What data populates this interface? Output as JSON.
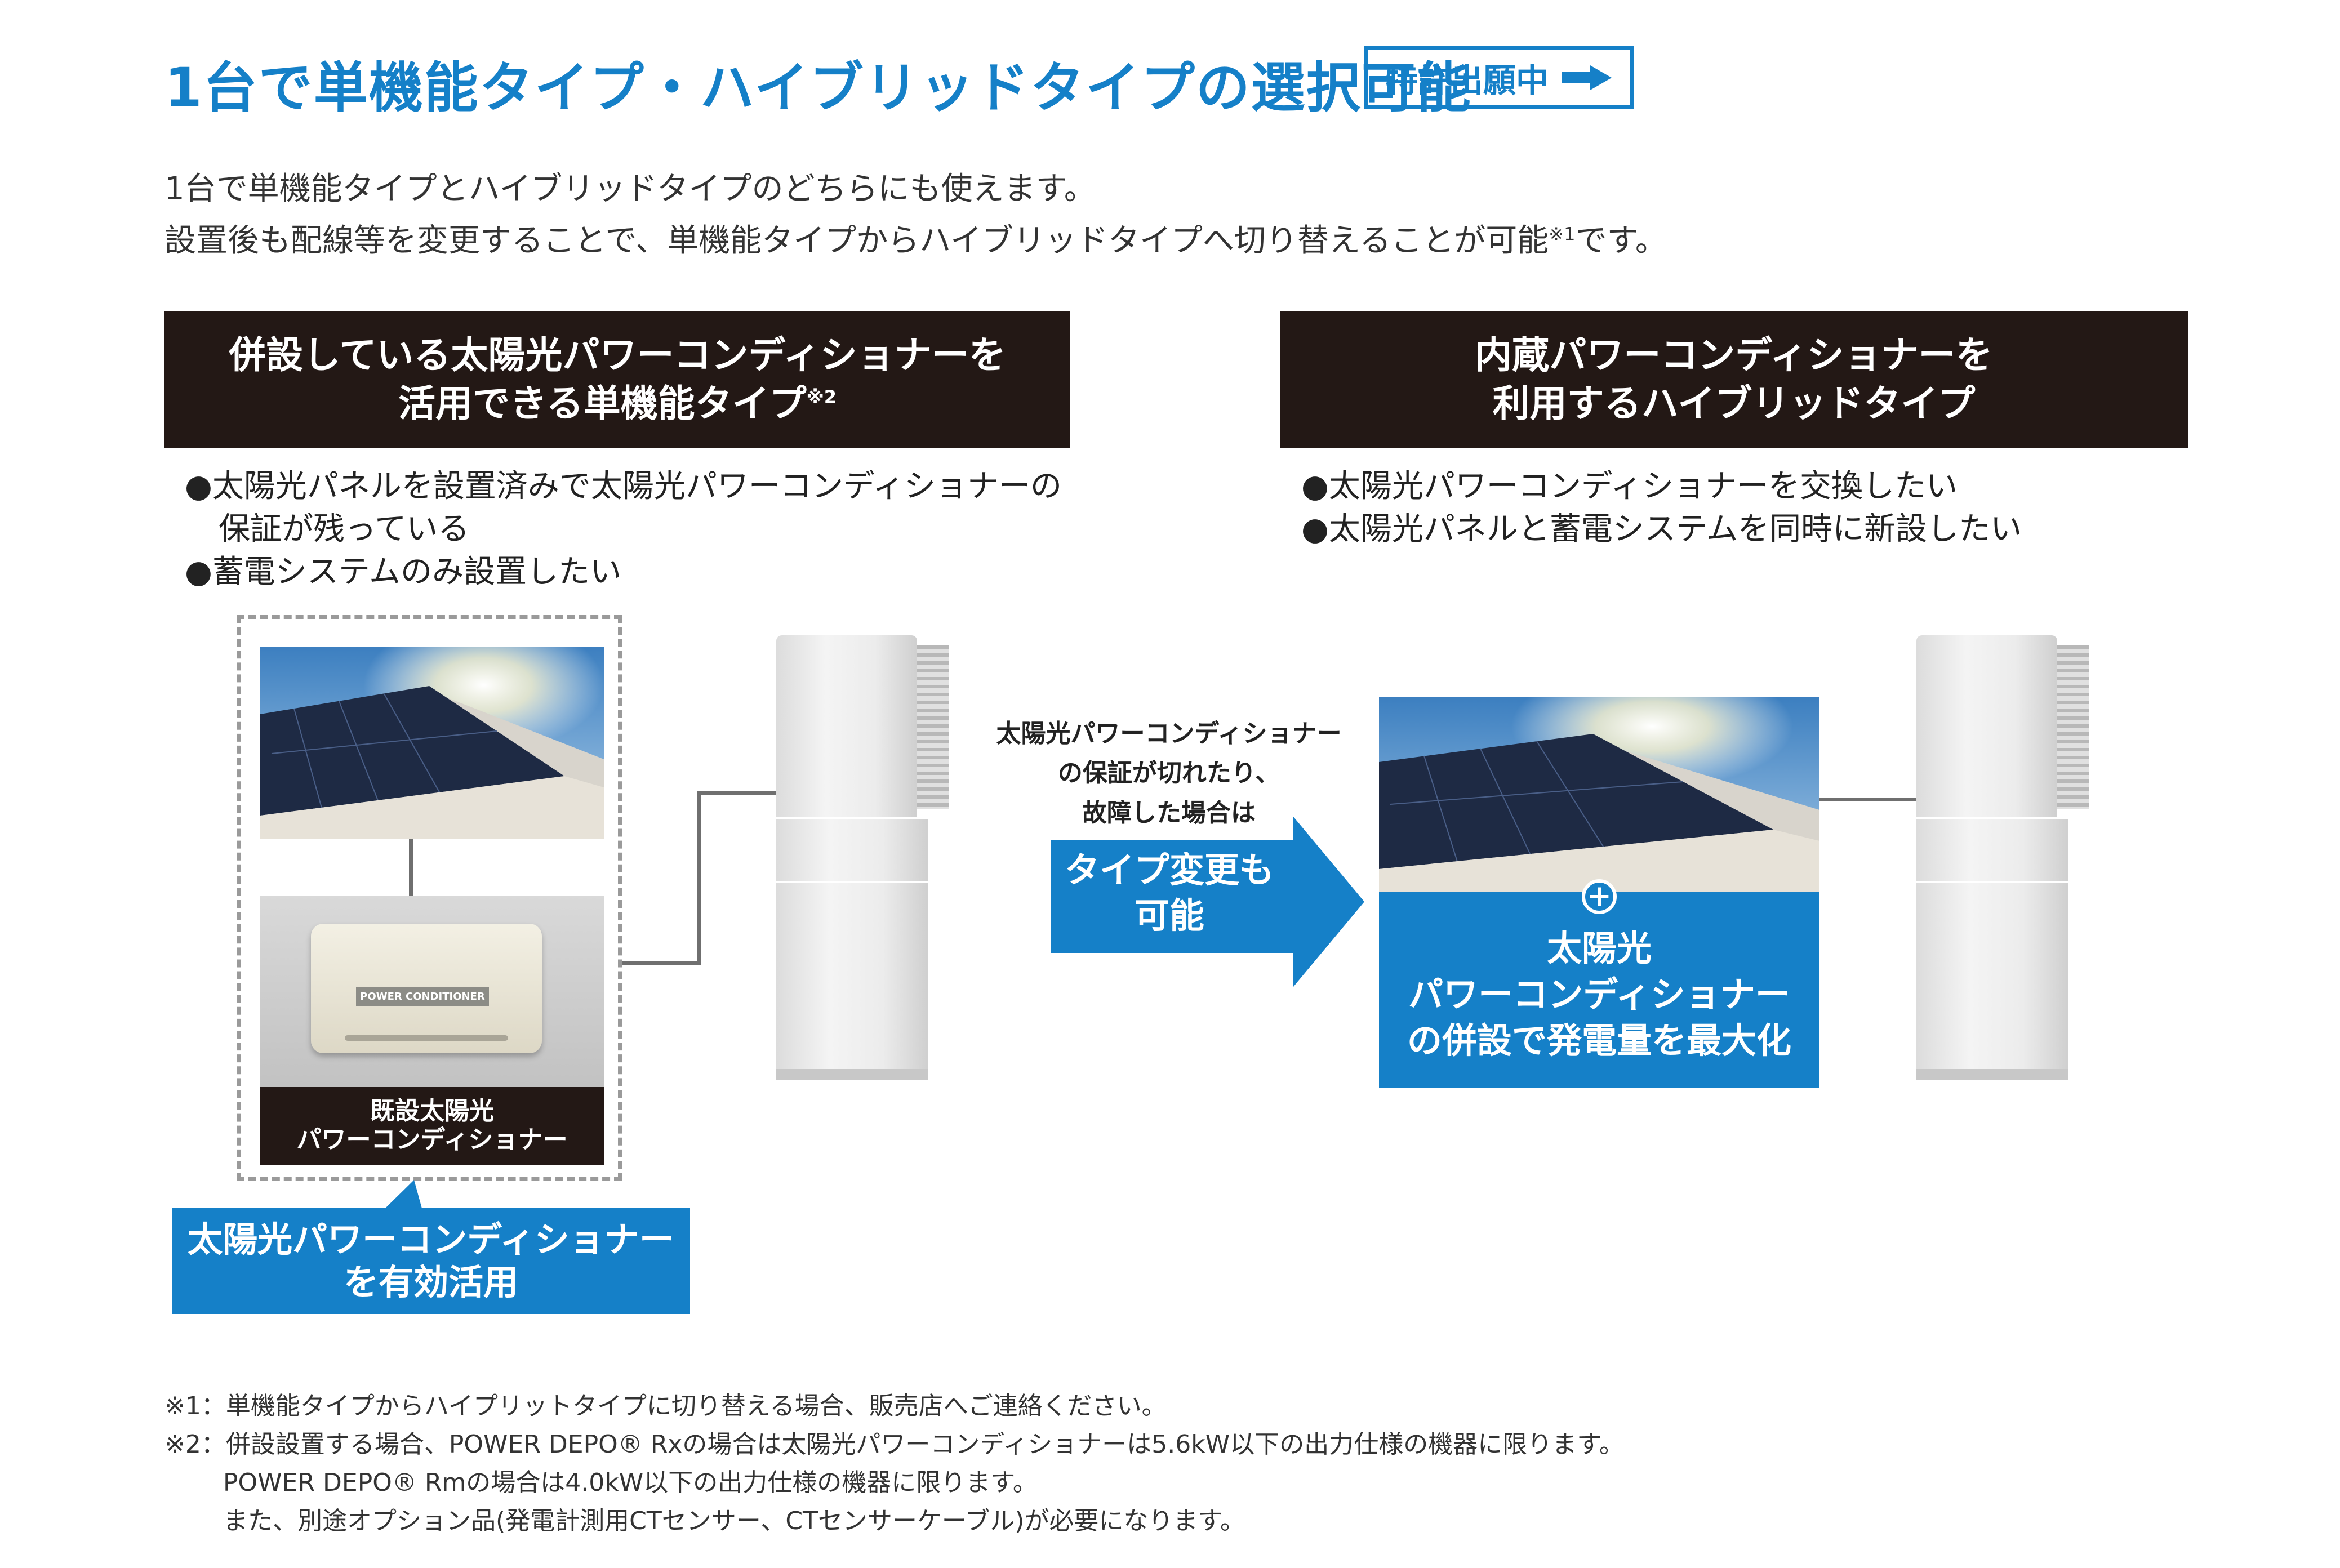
{
  "title": "1台で単機能タイプ・ハイブリッドタイプの選択可能",
  "patent_label": "特許出願中",
  "intro": {
    "line1": "1台で単機能タイプとハイブリッドタイプのどちらにも使えます。",
    "line2_main": "設置後も配線等を変更することで、単機能タイプからハイブリッドタイプへ切り替えることが可能",
    "line2_note": "※1",
    "line2_end": "です。"
  },
  "left": {
    "header_line1": "併設している太陽光パワーコンディショナーを",
    "header_line2": "活用できる単機能タイプ",
    "header_note": "※2",
    "bullets": [
      "●太陽光パネルを設置済みで太陽光パワーコンディショナーの",
      "保証が残っている",
      "●蓄電システムのみ設置したい"
    ],
    "device_plate": "POWER CONDITIONER",
    "device_caption_line1": "既設太陽光",
    "device_caption_line2": "パワーコンディショナー",
    "callout_line1": "太陽光パワーコンディショナー",
    "callout_line2": "を有効活用"
  },
  "middle": {
    "note_line1": "太陽光パワーコンディショナー",
    "note_line2": "の保証が切れたり、",
    "note_line3": "故障した場合は",
    "arrow_line1": "タイプ変更も",
    "arrow_line2": "可能"
  },
  "right": {
    "header_line1": "内蔵パワーコンディショナーを",
    "header_line2": "利用するハイブリッドタイプ",
    "bullets": [
      "●太陽光パワーコンディショナーを交換したい",
      "●太陽光パネルと蓄電システムを同時に新設したい"
    ],
    "plus_symbol": "+",
    "benefit_line1": "太陽光",
    "benefit_line2": "パワーコンディショナー",
    "benefit_line3": "の併設で発電量を最大化"
  },
  "footnotes": [
    "※1：単機能タイプからハイプリットタイプに切り替える場合、販売店へご連絡ください。",
    "※2：併設設置する場合、POWER DEPO® Rxの場合は太陽光パワーコンディショナーは5.6kW以下の出力仕様の機器に限ります。",
    "POWER DEPO® Rmの場合は4.0kW以下の出力仕様の機器に限ります。",
    "また、別途オプション品(発電計測用CTセンサー、CTセンサーケーブル)が必要になります。"
  ],
  "colors": {
    "accent_blue": "#1580c8",
    "header_dark": "#231815"
  }
}
